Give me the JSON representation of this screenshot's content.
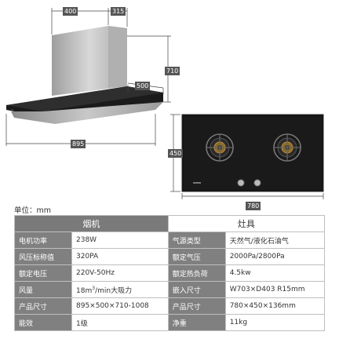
{
  "dimensions": {
    "hood_top_width": "400",
    "hood_top_depth": "315",
    "hood_body_depth": "500",
    "hood_height": "710",
    "hood_width": "895",
    "hob_depth": "450",
    "hob_width": "780"
  },
  "unit_label": "单位：mm",
  "table": {
    "hood_header": "烟机",
    "stove_header": "灶具",
    "rows": [
      {
        "hood_label": "电机功率",
        "hood_value": "238W",
        "stove_label": "气源类型",
        "stove_value": "天然气/液化石油气"
      },
      {
        "hood_label": "风压标称值",
        "hood_value": "320PA",
        "stove_label": "额定气压",
        "stove_value": "2000Pa/2800Pa"
      },
      {
        "hood_label": "额定电压",
        "hood_value": "220V-50Hz",
        "stove_label": "额定热负荷",
        "stove_value": "4.5kw"
      },
      {
        "hood_label": "风量",
        "hood_value_pre": "18m",
        "hood_value_sup": "3",
        "hood_value_post": "/min大吸力",
        "stove_label": "嵌入尺寸",
        "stove_value": "W703×D403  R15mm"
      },
      {
        "hood_label": "产品尺寸",
        "hood_value": "895×500×710-1008",
        "stove_label": "产品尺寸",
        "stove_value": "780×450×136mm"
      },
      {
        "hood_label": "能效",
        "hood_value": "1级",
        "stove_label": "净重",
        "stove_value": "11kg"
      }
    ]
  },
  "colors": {
    "label_bg": "#808080",
    "hob_glass": "#151515",
    "hood_steel": "#c4c4c4"
  }
}
